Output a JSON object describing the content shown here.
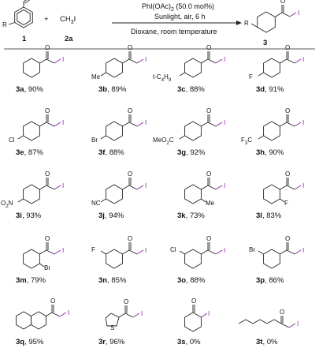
{
  "reaction": {
    "reactant1_label": "1",
    "reactant2_label": "2a",
    "reactant2_formula_pre": "CH",
    "reactant2_formula_sub": "3",
    "reactant2_formula_post": "I",
    "plus": "+",
    "substituent_r": "R",
    "condition_line1_pre": "PhI(OAc)",
    "condition_line1_sub": "2",
    "condition_line1_post": " (50.0 mol%)",
    "condition_line2": "Sunlight, air, 6 h",
    "condition_line3": "Dioxane, room temperature",
    "product_label": "3"
  },
  "atoms": {
    "O": "O",
    "I": "I",
    "Me": "Me",
    "F": "F",
    "Cl": "Cl",
    "Br": "Br",
    "MeO2C_pre": "MeO",
    "MeO2C_sub": "2",
    "MeO2C_post": "C",
    "F3C_pre": "F",
    "F3C_sub": "3",
    "F3C_post": "C",
    "O2N_pre": "O",
    "O2N_sub": "2",
    "O2N_post": "N",
    "NC": "NC",
    "S": "S",
    "tBu_pre": "t",
    "tBu_mid": "-C",
    "tBu_sub1": "4",
    "tBu_post": "H",
    "tBu_sub2": "9"
  },
  "products": [
    {
      "id": "3a",
      "yield": ", 90%"
    },
    {
      "id": "3b",
      "yield": ", 89%"
    },
    {
      "id": "3c",
      "yield": ", 88%"
    },
    {
      "id": "3d",
      "yield": ", 91%"
    },
    {
      "id": "3e",
      "yield": ", 87%"
    },
    {
      "id": "3f",
      "yield": ", 88%"
    },
    {
      "id": "3g",
      "yield": ", 92%"
    },
    {
      "id": "3h",
      "yield": ", 90%"
    },
    {
      "id": "3i",
      "yield": ", 93%"
    },
    {
      "id": "3j",
      "yield": ", 94%"
    },
    {
      "id": "3k",
      "yield": ", 73%"
    },
    {
      "id": "3l",
      "yield": ", 83%"
    },
    {
      "id": "3m",
      "yield": ", 79%"
    },
    {
      "id": "3n",
      "yield": ", 85%"
    },
    {
      "id": "3o",
      "yield": ", 88%"
    },
    {
      "id": "3p",
      "yield": ", 86%"
    },
    {
      "id": "3q",
      "yield": ", 95%"
    },
    {
      "id": "3r",
      "yield": ", 96%"
    },
    {
      "id": "3s",
      "yield": ", 0%"
    },
    {
      "id": "3t",
      "yield": ", 0%"
    }
  ]
}
